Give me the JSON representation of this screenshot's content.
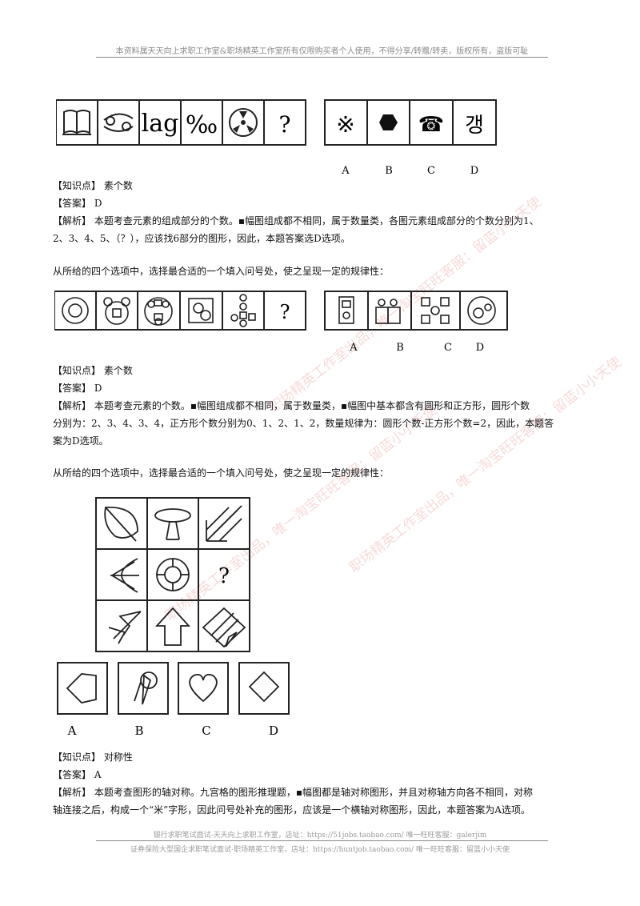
{
  "header": {
    "text": "本资料属天天向上求职工作室&职场精英工作室所有仅限购买者个人使用，不得分享/转赠/转卖，版权所有，盗版可耻"
  },
  "q1": {
    "sequence": [
      "book-icon",
      "cancer-zodiac-icon",
      "lag",
      "‰",
      "trefoil-icon",
      "?"
    ],
    "options": [
      "※",
      "hexagon-icon",
      "☎",
      "갱"
    ],
    "option_labels": [
      "A",
      "B",
      "C",
      "D"
    ],
    "kp_label": "【知识点】",
    "kp_value": "素个数",
    "ans_label": "【答案】",
    "ans_value": "D",
    "exp_label": "【解析】",
    "exp_line1": "本题考查元素的组成部分的个数。▪幅图组成都不相同，属于数量类，各图元素组成部分的个数分别为1、",
    "exp_line2": "2、3、4、5、（？），应该找6部分的图形，因此，本题答案选D选项。"
  },
  "q2": {
    "prompt": "从所给的四个选项中，选择最合适的一个填入问号处，使之呈现一定的规律性：",
    "question_mark": "?",
    "option_labels": [
      "A",
      "B",
      "C",
      "D"
    ],
    "kp_label": "【知识点】",
    "kp_value": "素个数",
    "ans_label": "【答案】",
    "ans_value": "D",
    "exp_label": "【解析】",
    "exp_line1": "本题考查元素的个数。▪幅图组成都不相同，属于数量类，▪幅图中基本都含有圆形和正方形，圆形个数",
    "exp_line2": "分别为：2、3、4、3、4，正方形个数分别为0、1、2、1、2，数量规律为：圆形个数-正方形个数=2，因此，本题答",
    "exp_line3": "案为D选项。"
  },
  "q3": {
    "prompt": "从所给的四个选项中，选择最合适的一个填入问号处，使之呈现一定的规律性：",
    "question_mark": "?",
    "option_labels": [
      "A",
      "B",
      "C",
      "D"
    ],
    "kp_label": "【知识点】",
    "kp_value": "对称性",
    "ans_label": "【答案】",
    "ans_value": "A",
    "exp_label": "【解析】",
    "exp_line1": "本题考查图形的轴对称。九宫格的图形推理题，▪幅图都是轴对称图形，并且对称轴方向各不相同，对称",
    "exp_line2": "轴连接之后，构成一个“米”字形，因此问号处补充的图形，应该是一个横轴对称图形，因此，本题答案为A选项。"
  },
  "watermarks": [
    "职场精英工作室出品，唯一淘宝旺旺客服：留蓝小小天使",
    "职场精英工作室出品，唯一淘宝旺旺客服：留蓝小小天使",
    "职场精英工作室出品，唯一淘宝旺旺客服：留蓝小小天使"
  ],
  "footer": {
    "line1": "银行求职笔试面试-天天向上求职工作室，店址：https://51jobs.taobao.com/ 唯一旺旺客服：galerjim",
    "line2": "证券保险大型国企求职笔试面试-职场精英工作室，店址：https://huntjob.taobao.com/ 唯一旺旺客服：留蓝小小天使"
  }
}
